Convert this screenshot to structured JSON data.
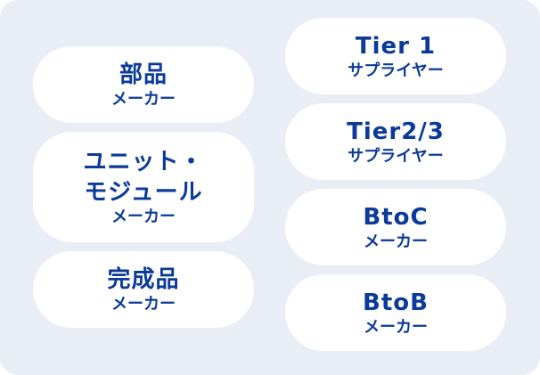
{
  "left": [
    {
      "main": [
        "部品"
      ],
      "sub": "メーカー"
    },
    {
      "main": [
        "ユニット・",
        "モジュール"
      ],
      "sub": "メーカー"
    },
    {
      "main": [
        "完成品"
      ],
      "sub": "メーカー"
    }
  ],
  "right": [
    {
      "main": [
        "Tier 1"
      ],
      "sub": "サプライヤー"
    },
    {
      "main": [
        "Tier2/3"
      ],
      "sub": "サプライヤー"
    },
    {
      "main": [
        "BtoC"
      ],
      "sub": "メーカー"
    },
    {
      "main": [
        "BtoB"
      ],
      "sub": "メーカー"
    }
  ],
  "colors": {
    "text": "#0b3a98",
    "panel": "#e9edf6"
  }
}
